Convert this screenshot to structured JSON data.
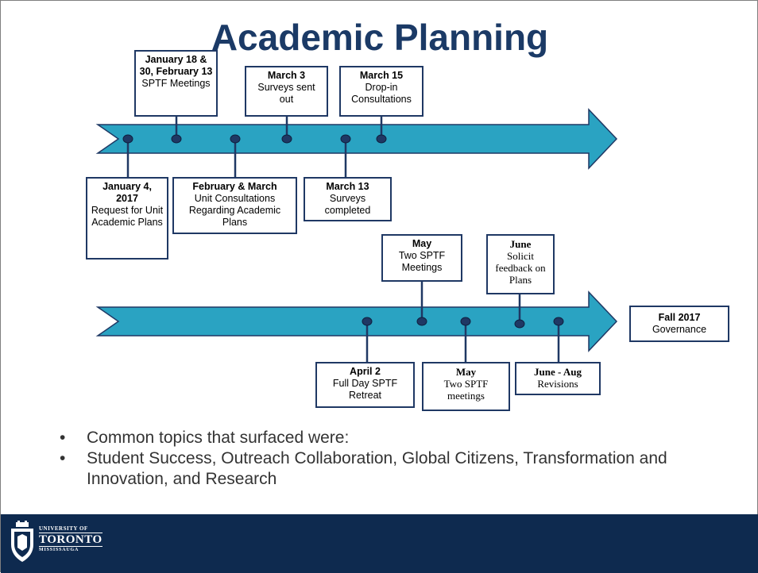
{
  "slide": {
    "title": "Academic Planning"
  },
  "timeline_top": {
    "events_above": [
      {
        "bold": "January 18 & 30, February 13",
        "text": " SPTF Meetings"
      },
      {
        "bold": "March 3",
        "text": "Surveys sent out"
      },
      {
        "bold": "March 15",
        "text": "Drop-in Consultations"
      }
    ],
    "events_below": [
      {
        "bold": "January 4, 2017",
        "text": "Request for Unit Academic Plans"
      },
      {
        "bold": "February & March",
        "text": "Unit Consultations Regarding Academic Plans"
      },
      {
        "bold": "March 13",
        "text": "Surveys completed"
      }
    ]
  },
  "timeline_bottom": {
    "events_above": [
      {
        "bold": "May",
        "text": "Two SPTF Meetings"
      },
      {
        "bold": "June",
        "text": "Solicit feedback on Plans"
      }
    ],
    "events_below": [
      {
        "bold": "April 2",
        "text": "Full Day SPTF Retreat"
      },
      {
        "bold": "May",
        "text": "Two SPTF meetings"
      },
      {
        "bold": "June - Aug",
        "text": "Revisions"
      }
    ],
    "end_box": {
      "bold": "Fall 2017",
      "text": "Governance"
    }
  },
  "bullets": [
    "Common topics that surfaced were:",
    "Student Success, Outreach Collaboration, Global Citizens, Transformation and Innovation, and Research"
  ],
  "bullet_glyph": "•",
  "footer": {
    "logo_small": "UNIVERSITY OF",
    "logo_main": "TORONTO",
    "logo_sub": "MISSISSAUGA"
  },
  "colors": {
    "arrow_fill": "#2aa3c2",
    "arrow_outline": "#1f3864",
    "title": "#1b3a66",
    "footer": "#0e2a4f"
  }
}
